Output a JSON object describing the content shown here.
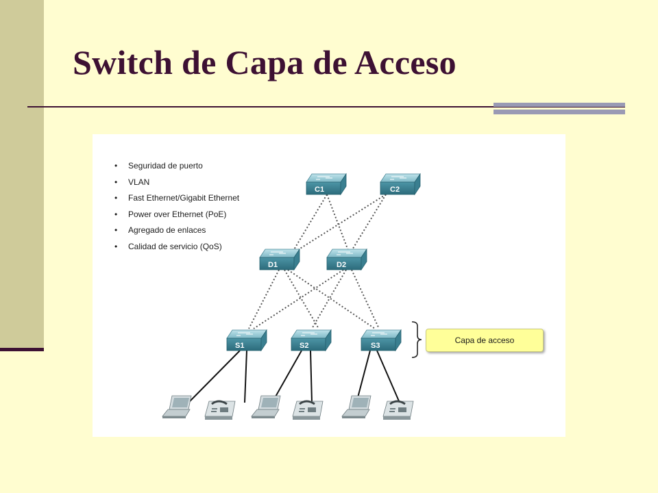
{
  "slide": {
    "title": "Switch de Capa de Acceso",
    "colors": {
      "background": "#fffdd0",
      "sidebar": "#cfcb9a",
      "title": "#3d1133",
      "accent_grey": "#9a9ab4"
    }
  },
  "diagram": {
    "features": [
      "Seguridad de puerto",
      "VLAN",
      "Fast Ethernet/Gigabit Ethernet",
      "Power over Ethernet (PoE)",
      "Agregado de enlaces",
      "Calidad de servicio (QoS)"
    ],
    "core_switches": [
      "C1",
      "C2"
    ],
    "distribution_switches": [
      "D1",
      "D2"
    ],
    "access_switches": [
      "S1",
      "S2",
      "S3"
    ],
    "callout_label": "Capa de acceso",
    "end_devices": [
      "laptop-icon",
      "ip-phone-icon",
      "laptop-icon",
      "ip-phone-icon",
      "laptop-icon",
      "ip-phone-icon"
    ]
  }
}
